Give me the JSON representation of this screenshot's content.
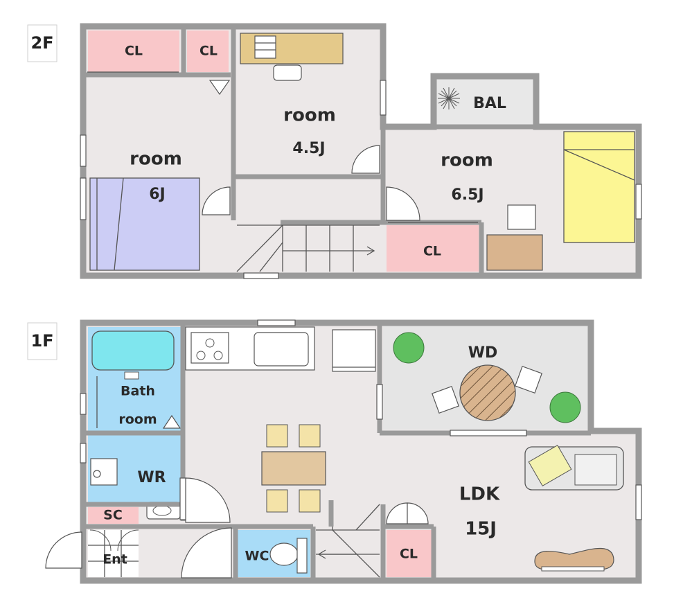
{
  "floors": {
    "second": {
      "tag": "2F",
      "rooms": {
        "closet_left": "CL",
        "closet_mid": "CL",
        "room_6j_name": "room",
        "room_6j_size": "6J",
        "room_45j_name": "room",
        "room_45j_size": "4.5J",
        "balcony": "BAL",
        "room_65j_name": "room",
        "room_65j_size": "6.5J",
        "closet_right": "CL"
      }
    },
    "first": {
      "tag": "1F",
      "rooms": {
        "bath_line1": "Bath",
        "bath_line2": "room",
        "washroom": "WR",
        "shoe_closet": "SC",
        "entrance": "Ent",
        "toilet": "WC",
        "closet": "CL",
        "wood_deck": "WD",
        "ldk_name": "LDK",
        "ldk_size": "15J"
      }
    }
  },
  "colors": {
    "wall": "#9a9a9a",
    "floor": "#ece8e8",
    "closet": "#f9c7c9",
    "bed_blue": "#cccdf5",
    "bed_yellow": "#fcf694",
    "desk": "#e4c98a",
    "bath": "#a9dcf7",
    "tub": "#7fe6ee",
    "wd_floor": "#e5e5e5",
    "plant": "#5fbf5f",
    "wood": "#d9b48e"
  }
}
